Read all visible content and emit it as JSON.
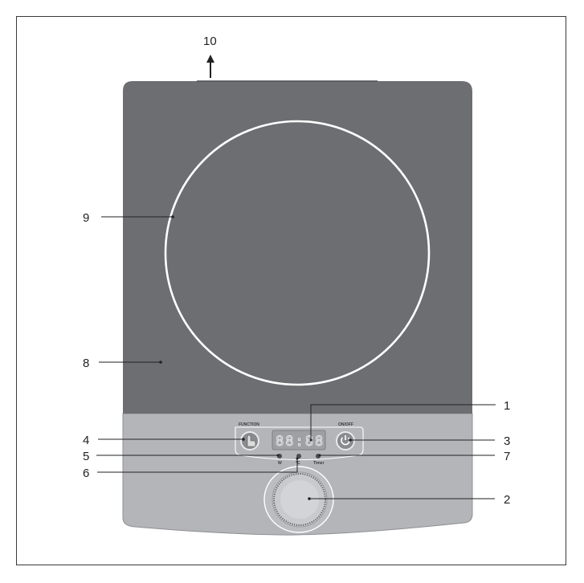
{
  "callouts": {
    "c1": "1",
    "c2": "2",
    "c3": "3",
    "c4": "4",
    "c5": "5",
    "c6": "6",
    "c7": "7",
    "c8": "8",
    "c9": "9",
    "c10": "10"
  },
  "panel": {
    "function_label": "FUNCTION",
    "onoff_label": "ON/OFF",
    "display_text": "88:88",
    "watt_label": "W",
    "temp_label": "°C",
    "timer_label": "Timer"
  },
  "colors": {
    "glass_top": "#6d6e72",
    "control_panel": "#b4b5b9",
    "cooking_zone_ring": "#ffffff",
    "display_background": "#9fa0a4",
    "button_face": "#8a8b8f"
  },
  "icons": {
    "function_button": "hand-pointer-icon",
    "onoff_button": "power-icon",
    "control_knob": "knob-icon",
    "outlet_arrow": "arrow-up-icon"
  }
}
